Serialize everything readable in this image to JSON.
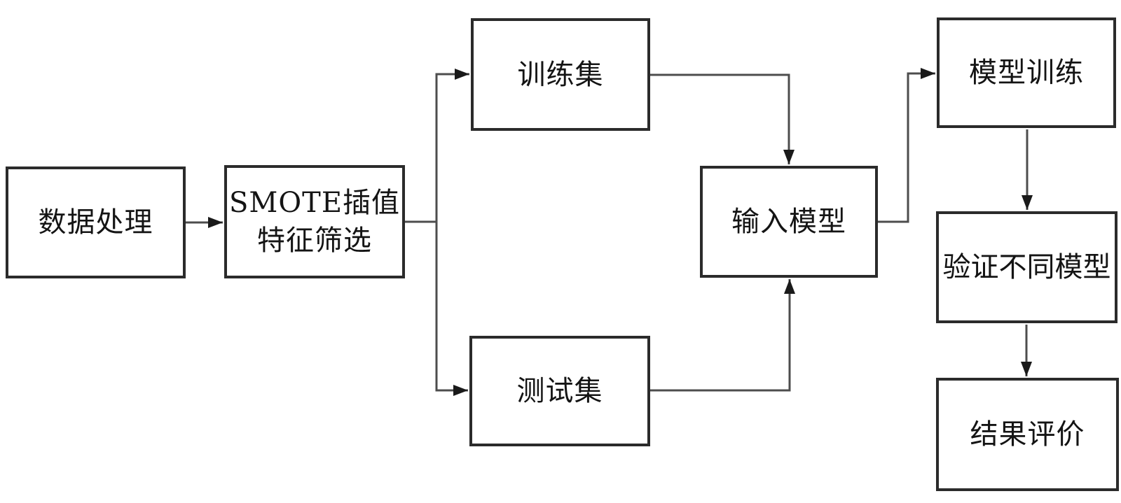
{
  "diagram": {
    "type": "flowchart",
    "colors": {
      "background": "#ffffff",
      "box_border": "#2b2b2b",
      "line": "#4d4d4d",
      "arrow": "#1a1a1a",
      "text": "#141414"
    },
    "nodes": [
      {
        "id": "data-processing",
        "label": "数据处理"
      },
      {
        "id": "smote-feature-selection",
        "label": "SMOTE插值\n特征筛选"
      },
      {
        "id": "training-set",
        "label": "训练集"
      },
      {
        "id": "test-set",
        "label": "测试集"
      },
      {
        "id": "input-model",
        "label": "输入模型"
      },
      {
        "id": "model-training",
        "label": "模型训练"
      },
      {
        "id": "validate-models",
        "label": "验证不同模型"
      },
      {
        "id": "result-evaluation",
        "label": "结果评价"
      }
    ],
    "edges": [
      {
        "from": "data-processing",
        "to": "smote-feature-selection"
      },
      {
        "from": "smote-feature-selection",
        "to": "training-set"
      },
      {
        "from": "smote-feature-selection",
        "to": "test-set"
      },
      {
        "from": "training-set",
        "to": "input-model"
      },
      {
        "from": "test-set",
        "to": "input-model"
      },
      {
        "from": "input-model",
        "to": "model-training"
      },
      {
        "from": "model-training",
        "to": "validate-models"
      },
      {
        "from": "validate-models",
        "to": "result-evaluation"
      }
    ]
  }
}
